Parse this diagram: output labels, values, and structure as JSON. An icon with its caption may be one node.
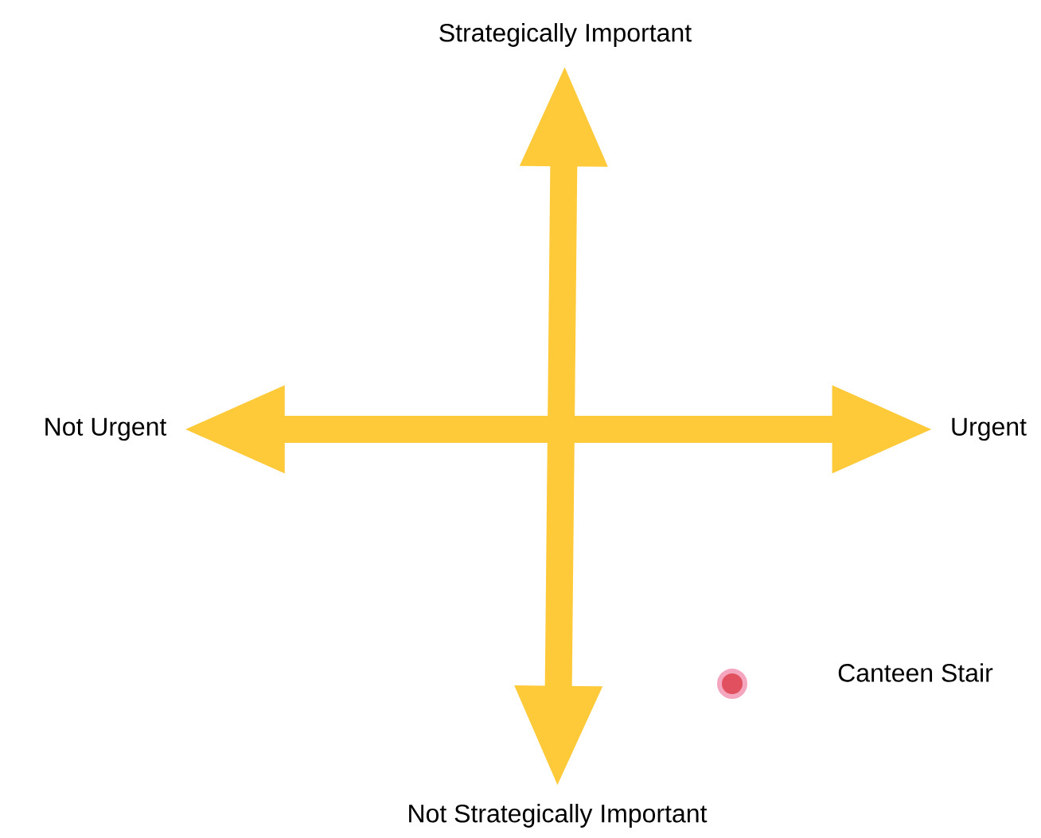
{
  "diagram": {
    "nodes": [
      {
        "text": [
          "Strategically Important"
        ]
      },
      {
        "text": [
          "Not Urgent"
        ]
      },
      {
        "text": [
          "Urgent"
        ]
      },
      {
        "text": [
          "Not Strategically Important"
        ]
      },
      {
        "text": [],
        "shape": "circle",
        "beside": [
          "Canteen Stair"
        ]
      }
    ],
    "edges": [
      {
        "from": 3,
        "to": 0,
        "arrow": "both"
      },
      {
        "from": 1,
        "to": 2,
        "arrow": "both"
      }
    ]
  }
}
